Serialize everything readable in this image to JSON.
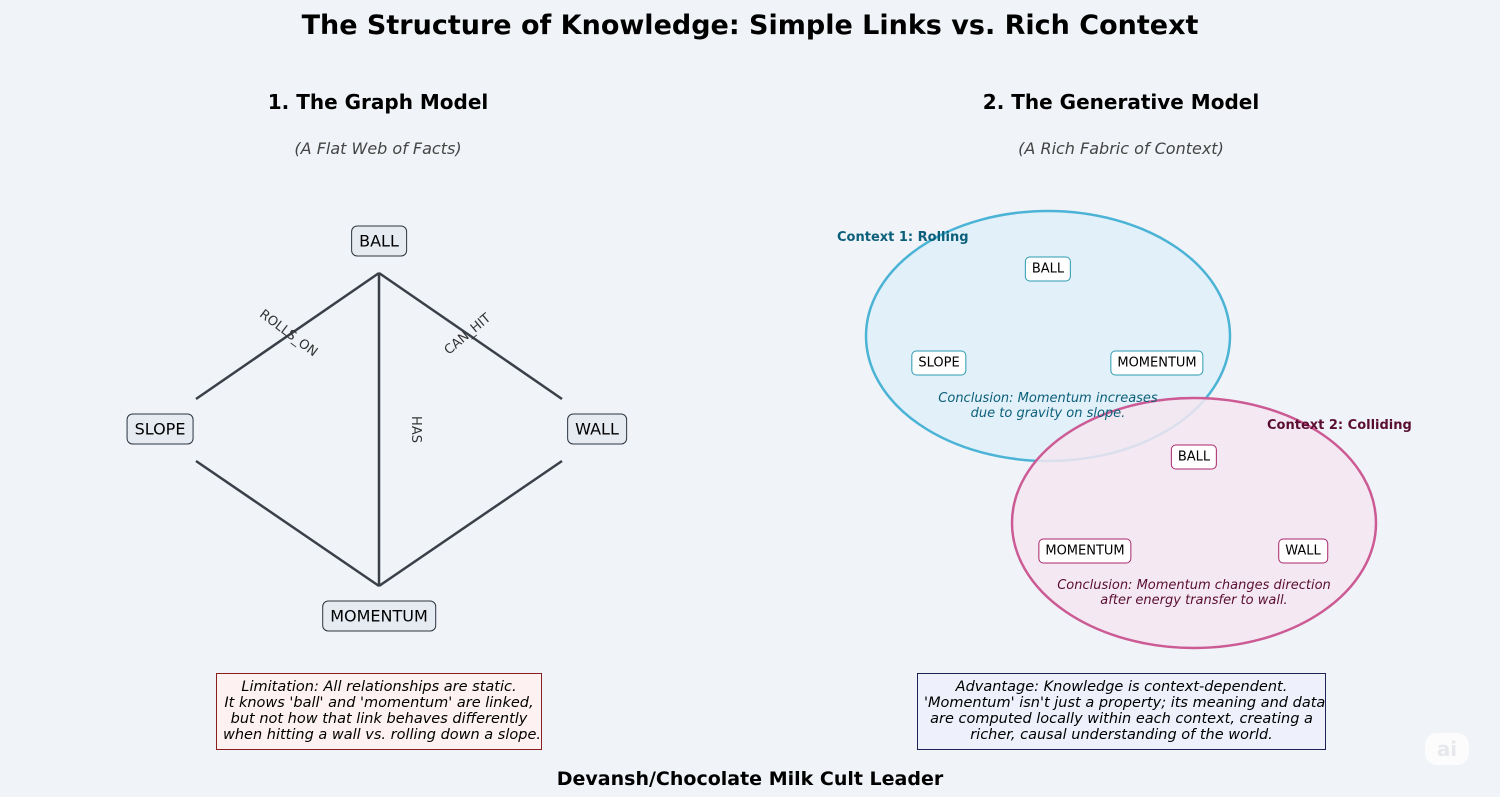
{
  "title": "The Structure of Knowledge: Simple Links vs. Rich Context",
  "left_panel": {
    "title": "1. The Graph Model",
    "subtitle": "(A Flat Web of Facts)",
    "nodes": {
      "ball": "BALL",
      "slope": "SLOPE",
      "wall": "WALL",
      "momentum": "MOMENTUM"
    },
    "edges": {
      "rolls_on": "ROLLS_ON",
      "can_hit": "CAN_HIT",
      "has": "HAS"
    },
    "limitation_lines": [
      "Limitation: All relationships are static.",
      "It knows 'ball' and 'momentum' are linked,",
      "but not how that link behaves differently",
      "when hitting a wall vs. rolling down a slope."
    ]
  },
  "right_panel": {
    "title": "2. The Generative Model",
    "subtitle": "(A Rich Fabric of Context)",
    "context1": {
      "label": "Context 1: Rolling",
      "nodes": {
        "ball": "BALL",
        "slope": "SLOPE",
        "momentum": "MOMENTUM"
      },
      "conclusion_lines": [
        "Conclusion: Momentum increases",
        "due to gravity on slope."
      ]
    },
    "context2": {
      "label": "Context 2: Colliding",
      "nodes": {
        "ball": "BALL",
        "momentum": "MOMENTUM",
        "wall": "WALL"
      },
      "conclusion_lines": [
        "Conclusion: Momentum changes direction",
        "after energy transfer to wall."
      ]
    },
    "advantage_lines": [
      "Advantage: Knowledge is context-dependent.",
      "'Momentum' isn't just a property; its meaning and data",
      "are computed locally within each context, creating a",
      "richer, causal understanding of the world."
    ]
  },
  "footer": "Devansh/Chocolate Milk Cult Leader",
  "watermark": "ai",
  "colors": {
    "edge": "#3a4049",
    "context1_fill": "#e2f1f9",
    "context1_stroke": "#4bb3d6",
    "context1_text": "#0c5f7a",
    "context2_fill": "#f4e6f1",
    "context2_stroke": "#cc5b95",
    "context2_text": "#5a0f30",
    "limitation_bg": "#fdf1f1",
    "limitation_border": "#8a1e1e",
    "advantage_bg": "#eef0fb",
    "advantage_border": "#1d2254"
  }
}
